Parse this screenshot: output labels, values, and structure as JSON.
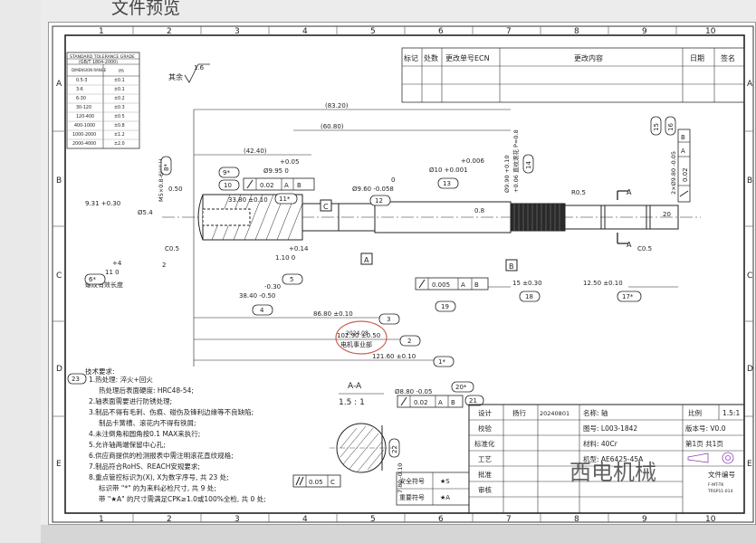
{
  "window": {
    "title": "文件预览"
  },
  "grid": {
    "columns": [
      "1",
      "2",
      "3",
      "4",
      "5",
      "6",
      "7",
      "8",
      "9",
      "10"
    ],
    "rows": [
      "A",
      "B",
      "C",
      "D",
      "E"
    ]
  },
  "tolerance_table": {
    "title": "STANDARD TOLERANCE GRADE",
    "standard": "(GB/T 1804-2000)",
    "header_left": "DIMENSION RANGE",
    "header_right": "m",
    "rows": [
      {
        "range": "0.5-3",
        "tol": "±0.1"
      },
      {
        "range": "3-6",
        "tol": "±0.1"
      },
      {
        "range": "6-30",
        "tol": "±0.2"
      },
      {
        "range": "30-120",
        "tol": "±0.3"
      },
      {
        "range": "120-400",
        "tol": "±0.5"
      },
      {
        "range": "400-1000",
        "tol": "±0.8"
      },
      {
        "range": "1000-2000",
        "tol": "±1.2"
      },
      {
        "range": "2000-4000",
        "tol": "±2.0"
      }
    ]
  },
  "surface_note": {
    "prefix": "其余",
    "value": "1.6"
  },
  "revision_table": {
    "headers": [
      "标记",
      "处数",
      "更改单号ECN",
      "更改内容",
      "日期",
      "签名"
    ]
  },
  "dimensions": {
    "d_83_20": "(83.20)",
    "d_60_80": "(60.80)",
    "d_42_40": "(42.40)",
    "d_0_05": "+0.05",
    "d_9_95": "Ø9.95 0",
    "d_33_80": "33.80 ±0.10",
    "d_9_60": "Ø9.60 -0.058",
    "d_9_60_up": "0",
    "d_10": "Ø10 +0.001",
    "d_10_up": "+0.006",
    "d_gear": "Ø9.90 +0.10",
    "d_gear2": "+0.06 直纹滚花 P=0.8",
    "d_r05": "R0.5",
    "d_9_80": "2×Ø9.80 -0.05",
    "d_9_31": "9.31 +0.30",
    "d_m5": "M5×0.8-6H/LH",
    "d_0_50": "0.50",
    "d_c05a": "C0.5",
    "d_2": "2",
    "d_4": "+4",
    "d_11": "11 0",
    "d_thread": "螺纹有效长度",
    "d_0_14": "+0.14",
    "d_1_10": "1.10 0",
    "d_neg030": "-0.30",
    "d_38_40": "38.40 -0.50",
    "d_15": "15 ±0.30",
    "d_12_50": "12.50 ±0.10",
    "d_86_80": "86.80 ±0.10",
    "d_102_90": "102.90 ±0.50",
    "d_121_60": "121.60 ±0.10",
    "d_c05b": "C0.5",
    "d_20": "20",
    "d_5_4": "Ø5.4",
    "d_0_8": "0.8",
    "d_8_80": "Ø8.80 -0.05",
    "d_7_80": "7.80 -0.10",
    "gdt_0_02": "0.02",
    "gdt_0_005": "0.005",
    "gdt_0_05": "0.05",
    "label_a": "A",
    "label_b": "B",
    "label_c": "C"
  },
  "balloons": [
    "9*",
    "10",
    "11*",
    "12",
    "13",
    "14",
    "15",
    "16",
    "8*",
    "6*",
    "5",
    "4",
    "3",
    "2",
    "1*",
    "17*",
    "18",
    "19",
    "20*",
    "21",
    "22",
    "23"
  ],
  "section": {
    "title": "A-A",
    "scale": "1.5 : 1"
  },
  "notes": {
    "title": "技术要求:",
    "items": [
      "1.热处理: 淬火+回火",
      "热处理后表面硬度: HRC48-54;",
      "2.轴表面需要进行防锈处理;",
      "3.制品不得有毛刺、伤痕、碰伤及锋利边缘等不良缺陷;",
      "制品卡簧槽、滚花内不得有铁屑;",
      "4.未注倒角和圆角按0.1 MAX来执行;",
      "5.允许轴两端保留中心孔;",
      "6.供应商提供的检测报表中需注明滚花直纹规格;",
      "7.制品符合RoHS、REACH安规要求;",
      "8.重点管控标识为(X), X为数字序号, 共 23 处;",
      "标识带 \"*\" 的为来料必检尺寸, 共 9 处;",
      "带 \"★A\" 的尺寸需满足CPK≥1.0或100%全检, 共 0 处;"
    ]
  },
  "safety": [
    {
      "label": "安全符号",
      "mark": "★S"
    },
    {
      "label": "重要符号",
      "mark": "★A"
    }
  ],
  "title_block": {
    "design_label": "设计",
    "designer": "扬行",
    "date": "20240801",
    "name_label": "名称: 轴",
    "scale_label": "比例",
    "scale": "1.5:1",
    "check_label": "校验",
    "drawing_no": "图号: L003-1842",
    "version_label": "版本号: V0.0",
    "std_label": "标准化",
    "material": "材料: 40Cr",
    "sheet": "第1页 共1页",
    "process_label": "工艺",
    "model": "机型: AE6425-45A",
    "approve_label": "批准",
    "review_label": "审核",
    "file_no_label": "文件编号",
    "tiny1": "F-MT-TK",
    "tiny2": "TRSP11-014"
  },
  "stamp": {
    "line1": "电机事业部",
    "line2": "2024.08"
  },
  "watermark": "西电机械",
  "colors": {
    "accent": "#c0392b",
    "stamp": "#c0392b"
  }
}
